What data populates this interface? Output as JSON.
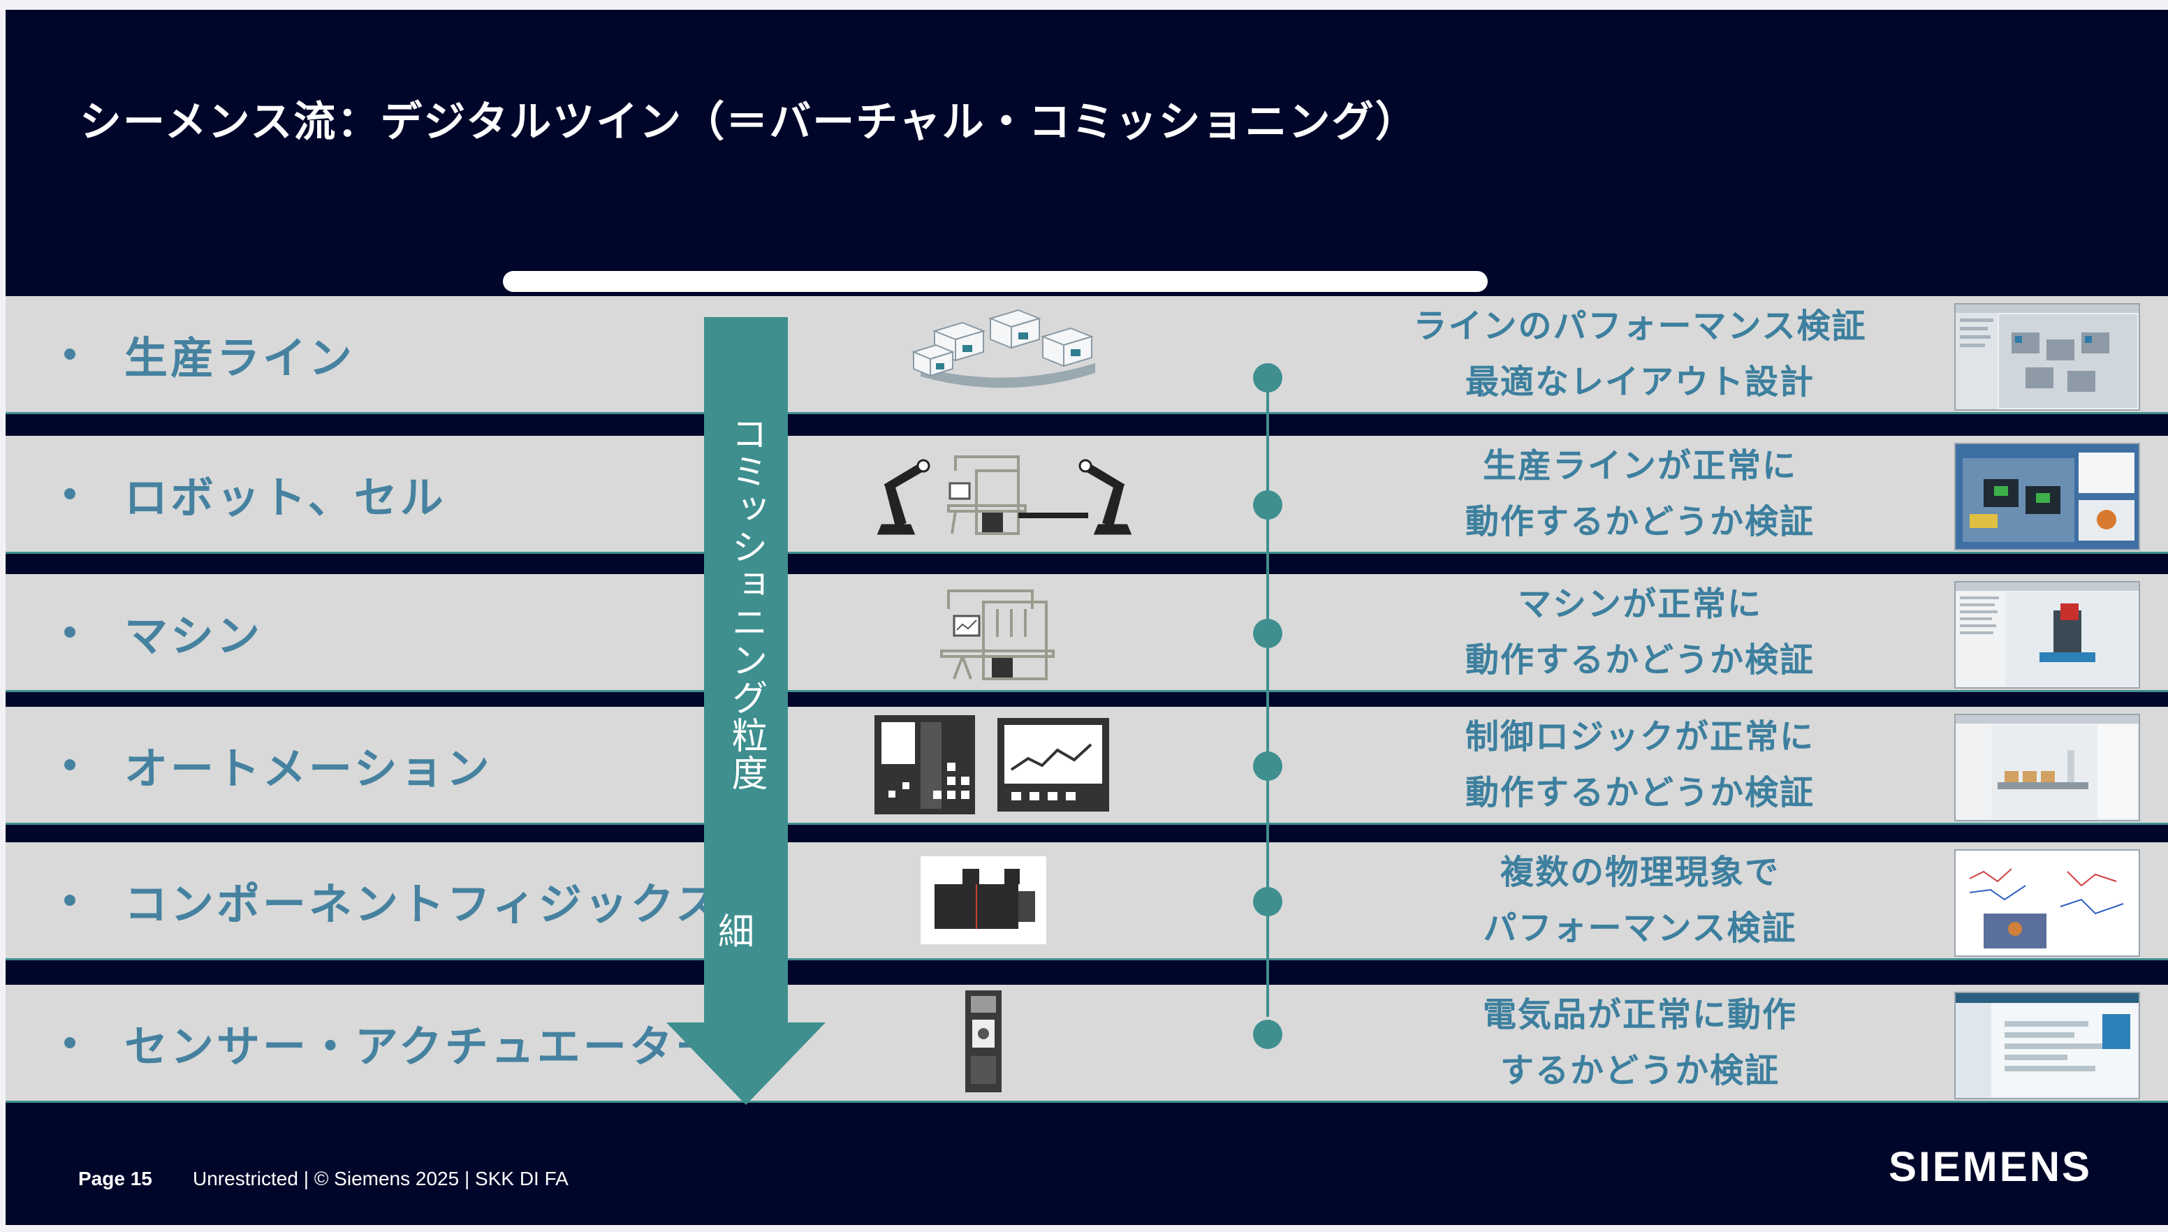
{
  "title": "シーメンス流：デジタルツイン（＝バーチャル・コミッショニング）",
  "arrow": {
    "label": "コミッショニング粒度",
    "end_label": "細"
  },
  "rows": [
    {
      "label": "生産ライン",
      "desc_line1": "ラインのパフォーマンス検証",
      "desc_line2": "最適なレイアウト設計"
    },
    {
      "label": "ロボット、セル",
      "desc_line1": "生産ラインが正常に",
      "desc_line2": "動作するかどうか検証"
    },
    {
      "label": "マシン",
      "desc_line1": "マシンが正常に",
      "desc_line2": "動作するかどうか検証"
    },
    {
      "label": "オートメーション",
      "desc_line1": "制御ロジックが正常に",
      "desc_line2": "動作するかどうか検証"
    },
    {
      "label": "コンポーネントフィジックス",
      "desc_line1": "複数の物理現象で",
      "desc_line2": "パフォーマンス検証"
    },
    {
      "label": "センサー・アクチュエーター",
      "desc_line1": "電気品が正常に動作",
      "desc_line2": "するかどうか検証"
    }
  ],
  "footer": {
    "page": "Page 15",
    "text": "Unrestricted | © Siemens 2025 | SKK DI FA",
    "brand": "SIEMENS"
  },
  "colors": {
    "background": "#000629",
    "band": "#d9d9d9",
    "teal": "#3f8f8f",
    "label_blue": "#4682a0",
    "desc_blue": "#3d7f9e"
  }
}
